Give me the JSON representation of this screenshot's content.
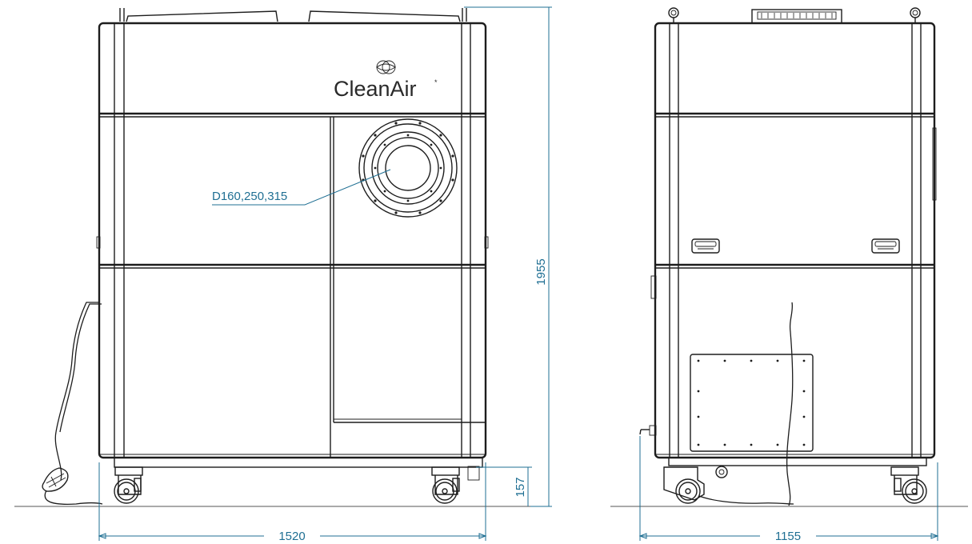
{
  "brand": {
    "logo_text": "CleanAir",
    "logo_mark": "*"
  },
  "annotations": {
    "inlet_diameters": "D160,250,315"
  },
  "dimensions": {
    "height_total": "1955",
    "wheel_height": "157",
    "front_width": "1520",
    "side_depth": "1155"
  },
  "colors": {
    "linework": "#1d1d1d",
    "dimension": "#1f6f93",
    "background": "#ffffff"
  }
}
